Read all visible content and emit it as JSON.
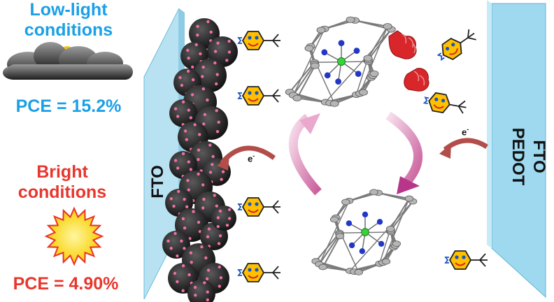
{
  "low_light": {
    "title_line1": "Low-light",
    "title_line2": "conditions",
    "pce": "PCE = 15.2%",
    "color": "#1aa0e6"
  },
  "bright": {
    "title_line1": "Bright",
    "title_line2": "conditions",
    "pce": "PCE = 4.90%",
    "color": "#e8362d"
  },
  "electrodes": {
    "left_label": "FTO",
    "right_label_1": "FTO",
    "right_label_2": "PEDOT"
  },
  "electron_label": "e",
  "electron_sup": "-",
  "icons": {
    "left": "cloud-with-sun-icon",
    "sun": "sun-icon",
    "additive": "tert-butylpyridine-smiley-icon",
    "glove": "red-glove-icon"
  }
}
